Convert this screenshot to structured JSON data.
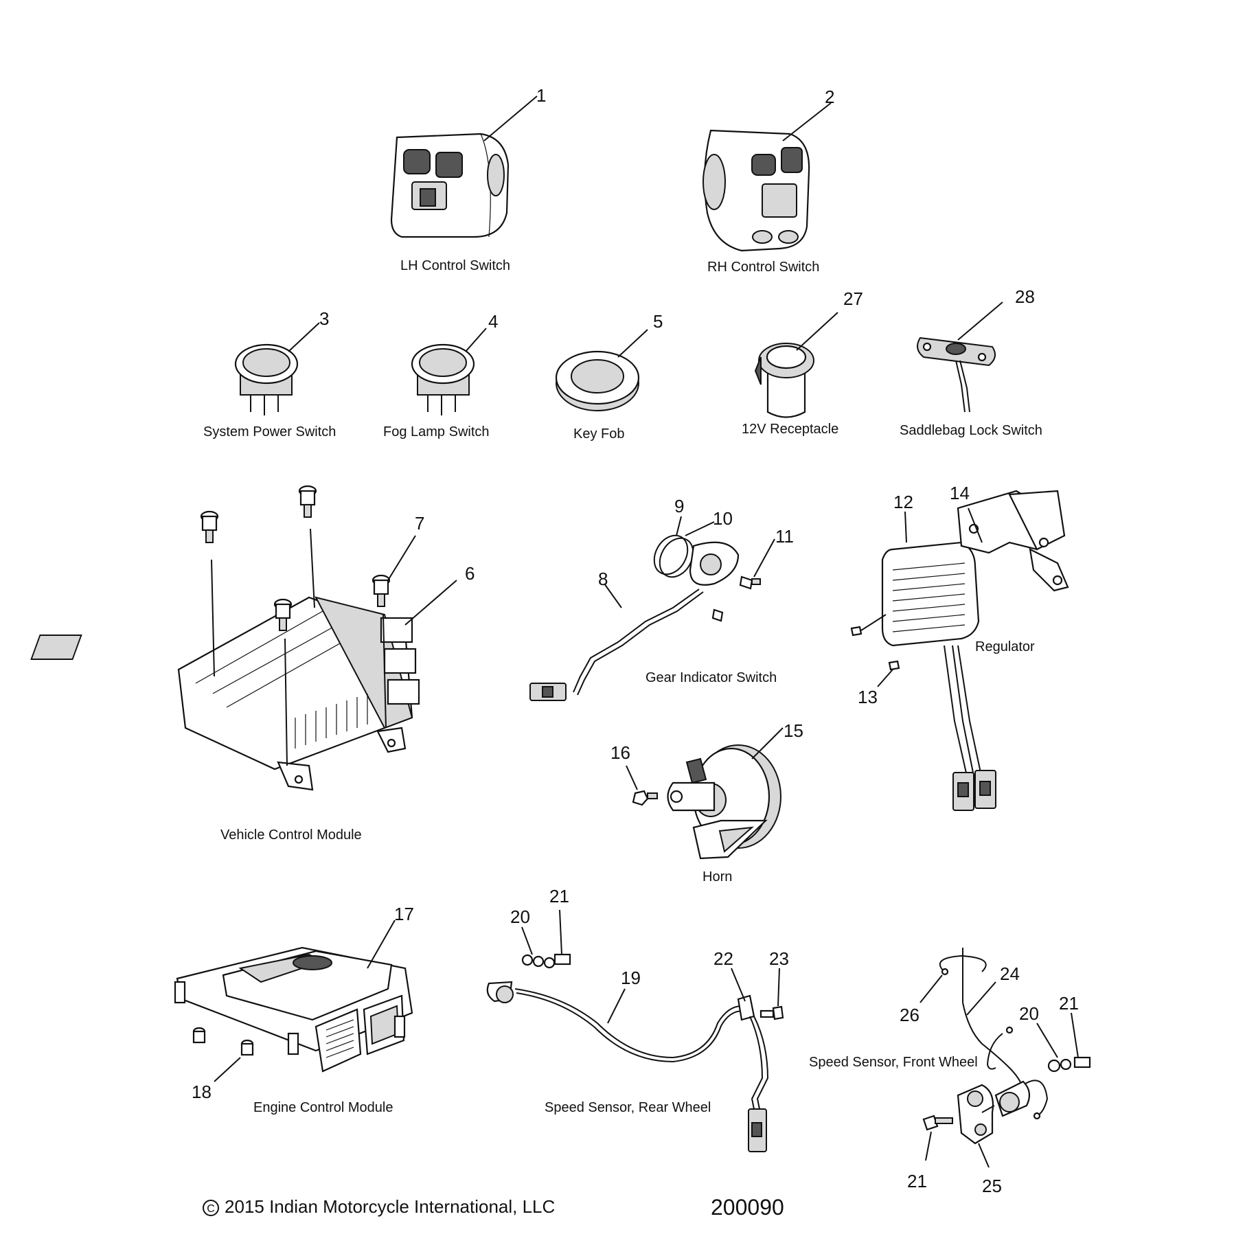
{
  "components": [
    {
      "key": "lh_control_switch",
      "label": "LH Control Switch"
    },
    {
      "key": "rh_control_switch",
      "label": "RH Control Switch"
    },
    {
      "key": "system_power_switch",
      "label": "System Power Switch"
    },
    {
      "key": "fog_lamp_switch",
      "label": "Fog Lamp Switch"
    },
    {
      "key": "key_fob",
      "label": "Key Fob"
    },
    {
      "key": "receptacle_12v",
      "label": "12V Receptacle"
    },
    {
      "key": "saddlebag_lock_switch",
      "label": "Saddlebag Lock Switch"
    },
    {
      "key": "vehicle_control_module",
      "label": "Vehicle Control Module"
    },
    {
      "key": "gear_indicator_switch",
      "label": "Gear Indicator Switch"
    },
    {
      "key": "regulator",
      "label": "Regulator"
    },
    {
      "key": "horn",
      "label": "Horn"
    },
    {
      "key": "engine_control_module",
      "label": "Engine Control Module"
    },
    {
      "key": "speed_sensor_rear",
      "label": "Speed Sensor, Rear Wheel"
    },
    {
      "key": "speed_sensor_front",
      "label": "Speed Sensor, Front Wheel"
    }
  ],
  "callouts": [
    "1",
    "2",
    "3",
    "4",
    "5",
    "27",
    "28",
    "7",
    "6",
    "9",
    "10",
    "11",
    "8",
    "12",
    "14",
    "13",
    "16",
    "15",
    "17",
    "18",
    "21",
    "20",
    "19",
    "22",
    "23",
    "24",
    "26",
    "20",
    "21",
    "21",
    "25"
  ],
  "copyright": "2015 Indian Motorcycle International, LLC",
  "copyright_symbol": "C",
  "diagram_number": "200090"
}
